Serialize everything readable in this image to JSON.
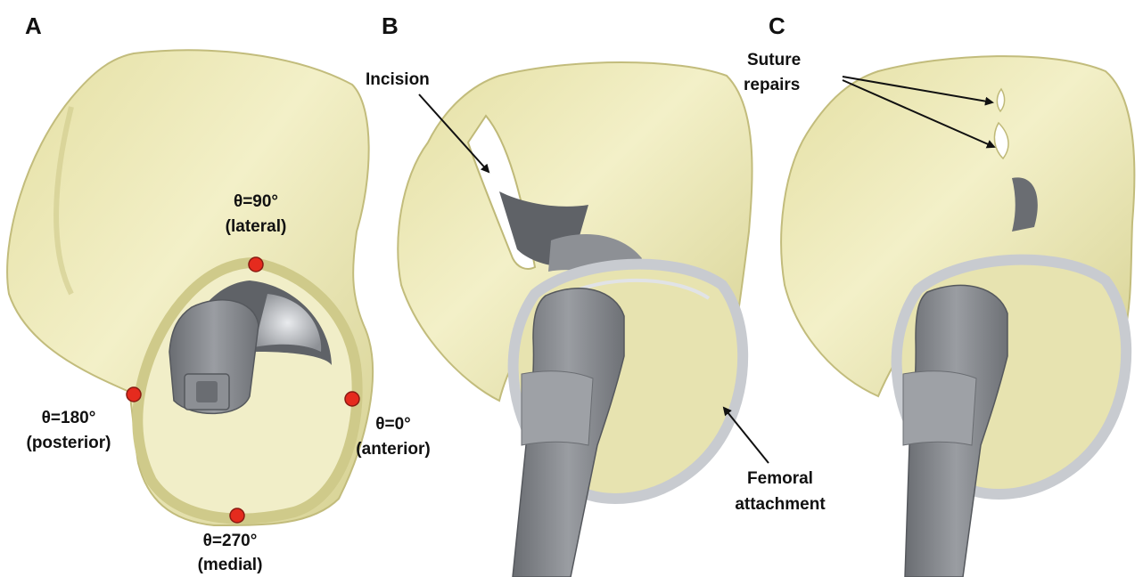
{
  "figure": {
    "panels": [
      {
        "letter": "A"
      },
      {
        "letter": "B"
      },
      {
        "letter": "C"
      }
    ],
    "panel_a": {
      "markers": [
        {
          "angle": "θ=90°",
          "region": "(lateral)"
        },
        {
          "angle": "θ=180°",
          "region": "(posterior)"
        },
        {
          "angle": "θ=0°",
          "region": "(anterior)"
        },
        {
          "angle": "θ=270°",
          "region": "(medial)"
        }
      ]
    },
    "panel_b": {
      "incision_label": "Incision",
      "femoral_label_line1": "Femoral",
      "femoral_label_line2": "attachment"
    },
    "panel_c": {
      "suture_label_line1": "Suture",
      "suture_label_line2": "repairs"
    }
  },
  "colors": {
    "capsule": "#ece8b4",
    "capsule_shade": "#cfca8a",
    "bone_dark": "#707378",
    "bone_mid": "#8f9297",
    "bone_light": "#b8bbbf",
    "ring_gray": "#c8cbd0",
    "marker_red": "#e52b1e",
    "arrow": "#111111"
  }
}
